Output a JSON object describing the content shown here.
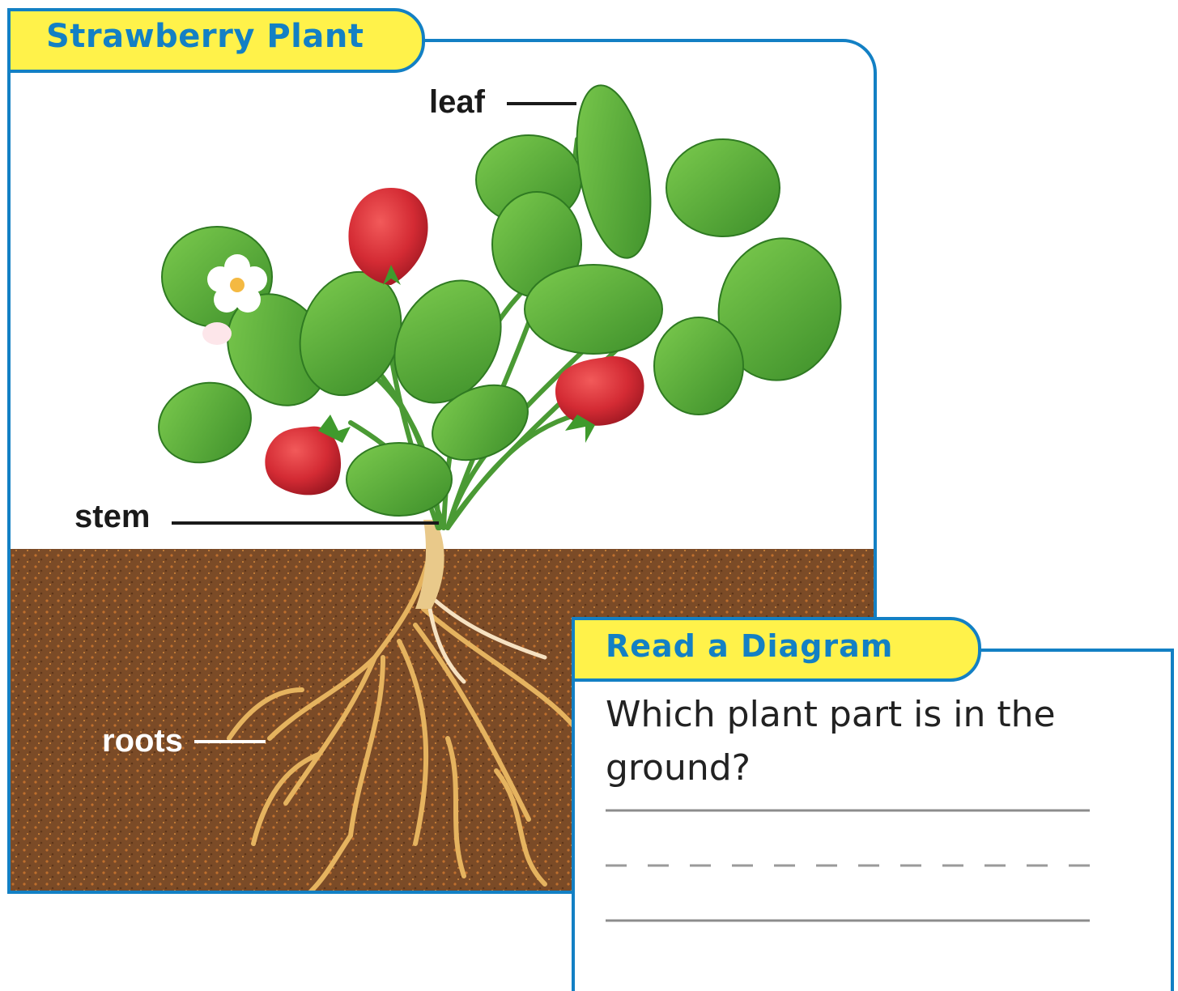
{
  "title": "Strawberry Plant",
  "labels": {
    "leaf": "leaf",
    "stem": "stem",
    "roots": "roots"
  },
  "question_box": {
    "heading": "Read a Diagram",
    "question": "Which plant part is in the ground?"
  },
  "colors": {
    "accent_blue": "#1380c4",
    "tab_yellow": "#fff24a",
    "soil": "#7a4a26",
    "leaf_green": "#4fa836",
    "berry_red": "#d8303a",
    "root": "#e8b866"
  },
  "icons": [
    "strawberry-plant-illustration"
  ]
}
